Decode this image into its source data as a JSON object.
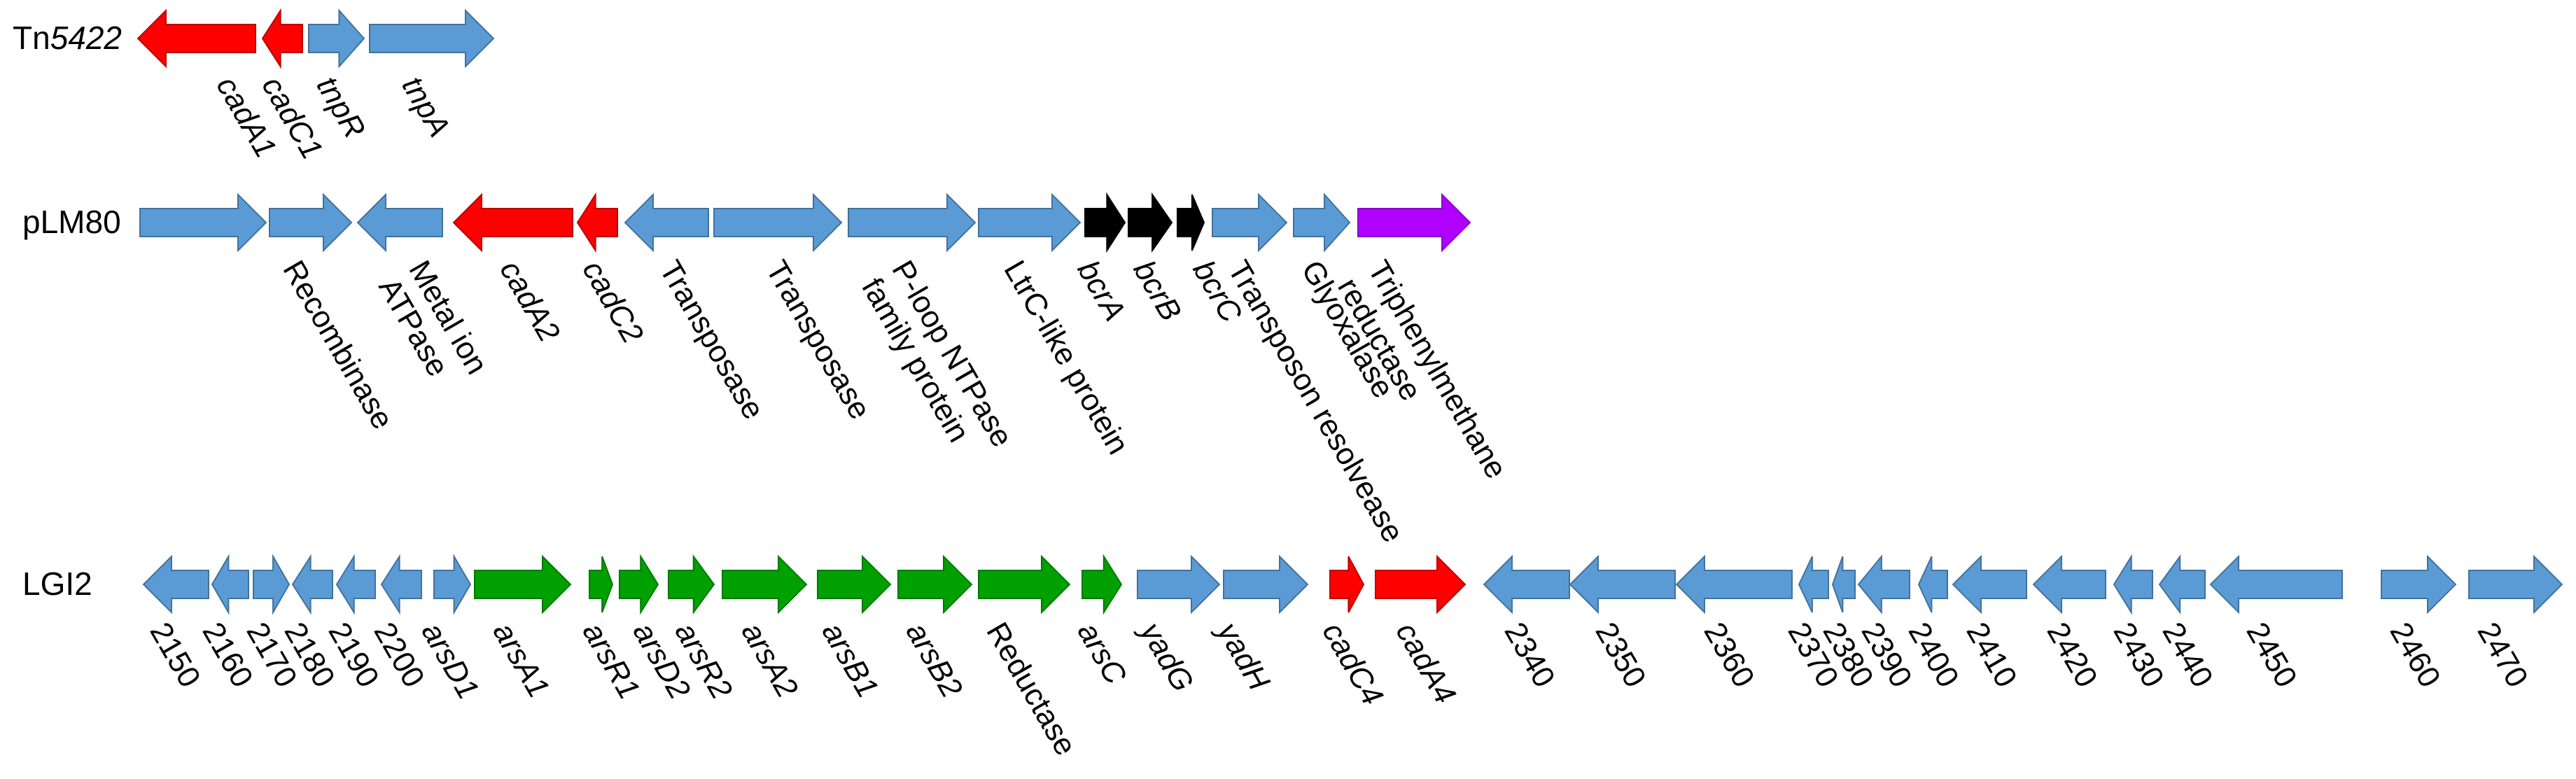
{
  "colors": {
    "blue": "#5b9bd5",
    "blue_stroke": "#41719c",
    "red": "#ff0000",
    "red_stroke": "#c00000",
    "green": "#00a000",
    "green_stroke": "#007a00",
    "black": "#000000",
    "purple": "#b000ff",
    "purple_stroke": "#8a00c8"
  },
  "rows": [
    {
      "id": "tn5422",
      "label_prefix": "Tn",
      "label_italic": "5422",
      "genes": [
        {
          "label": "cadA1",
          "italic": true,
          "color": "red",
          "direction": "left"
        },
        {
          "label": "cadC1",
          "italic": true,
          "color": "red",
          "direction": "left"
        },
        {
          "label": "tnpR",
          "italic": true,
          "color": "blue",
          "direction": "right"
        },
        {
          "label": "tnpA",
          "italic": true,
          "color": "blue",
          "direction": "right"
        }
      ]
    },
    {
      "id": "plm80",
      "label_prefix": "pLM80",
      "label_italic": "",
      "genes": [
        {
          "label": "",
          "italic": false,
          "color": "blue",
          "direction": "right"
        },
        {
          "label": "Recombinase",
          "italic": false,
          "color": "blue",
          "direction": "right"
        },
        {
          "label": "Metal ion\nATPase",
          "italic": false,
          "color": "blue",
          "direction": "left"
        },
        {
          "label": "cadA2",
          "italic": true,
          "color": "red",
          "direction": "left"
        },
        {
          "label": "cadC2",
          "italic": true,
          "color": "red",
          "direction": "left"
        },
        {
          "label": "Transposase",
          "italic": false,
          "color": "blue",
          "direction": "left"
        },
        {
          "label": "Transposase",
          "italic": false,
          "color": "blue",
          "direction": "right"
        },
        {
          "label": "P-loop NTPase\nfamily protein",
          "italic": false,
          "color": "blue",
          "direction": "right"
        },
        {
          "label": "LtrC-like protein",
          "italic": false,
          "color": "blue",
          "direction": "right"
        },
        {
          "label": "bcrA",
          "italic": true,
          "color": "black",
          "direction": "right"
        },
        {
          "label": "bcrB",
          "italic": true,
          "color": "black",
          "direction": "right"
        },
        {
          "label": "bcrC",
          "italic": true,
          "color": "black",
          "direction": "right"
        },
        {
          "label": "Transposon resolvease",
          "italic": false,
          "color": "blue",
          "direction": "right"
        },
        {
          "label": "Glyoxalase",
          "italic": false,
          "color": "blue",
          "direction": "right"
        },
        {
          "label": "Triphenylmethane\nreductase",
          "italic": false,
          "color": "purple",
          "direction": "right"
        }
      ]
    },
    {
      "id": "lgi2",
      "label_prefix": "LGI2",
      "label_italic": "",
      "genes": [
        {
          "label": "2150",
          "italic": false,
          "color": "blue",
          "direction": "left"
        },
        {
          "label": "2160",
          "italic": false,
          "color": "blue",
          "direction": "left"
        },
        {
          "label": "2170",
          "italic": false,
          "color": "blue",
          "direction": "right"
        },
        {
          "label": "2180",
          "italic": false,
          "color": "blue",
          "direction": "left"
        },
        {
          "label": "2190",
          "italic": false,
          "color": "blue",
          "direction": "left"
        },
        {
          "label": "2200",
          "italic": false,
          "color": "blue",
          "direction": "left"
        },
        {
          "label": "arsD1",
          "italic": true,
          "color": "blue",
          "direction": "right"
        },
        {
          "label": "arsA1",
          "italic": true,
          "color": "green",
          "direction": "right"
        },
        {
          "label": "arsR1",
          "italic": true,
          "color": "green",
          "direction": "right"
        },
        {
          "label": "arsD2",
          "italic": true,
          "color": "green",
          "direction": "right"
        },
        {
          "label": "arsR2",
          "italic": true,
          "color": "green",
          "direction": "right"
        },
        {
          "label": "arsA2",
          "italic": true,
          "color": "green",
          "direction": "right"
        },
        {
          "label": "arsB1",
          "italic": true,
          "color": "green",
          "direction": "right"
        },
        {
          "label": "arsB2",
          "italic": true,
          "color": "green",
          "direction": "right"
        },
        {
          "label": "Reductase",
          "italic": false,
          "color": "green",
          "direction": "right"
        },
        {
          "label": "arsC",
          "italic": true,
          "color": "green",
          "direction": "right"
        },
        {
          "label": "yadG",
          "italic": true,
          "color": "blue",
          "direction": "right"
        },
        {
          "label": "yadH",
          "italic": true,
          "color": "blue",
          "direction": "right"
        },
        {
          "label": "cadC4",
          "italic": true,
          "color": "red",
          "direction": "right"
        },
        {
          "label": "cadA4",
          "italic": true,
          "color": "red",
          "direction": "right"
        },
        {
          "label": "2340",
          "italic": false,
          "color": "blue",
          "direction": "left"
        },
        {
          "label": "2350",
          "italic": false,
          "color": "blue",
          "direction": "left"
        },
        {
          "label": "2360",
          "italic": false,
          "color": "blue",
          "direction": "left"
        },
        {
          "label": "2370",
          "italic": false,
          "color": "blue",
          "direction": "left"
        },
        {
          "label": "2380",
          "italic": false,
          "color": "blue",
          "direction": "left"
        },
        {
          "label": "2390",
          "italic": false,
          "color": "blue",
          "direction": "left"
        },
        {
          "label": "2400",
          "italic": false,
          "color": "blue",
          "direction": "left"
        },
        {
          "label": "2410",
          "italic": false,
          "color": "blue",
          "direction": "left"
        },
        {
          "label": "2420",
          "italic": false,
          "color": "blue",
          "direction": "left"
        },
        {
          "label": "2430",
          "italic": false,
          "color": "blue",
          "direction": "left"
        },
        {
          "label": "2440",
          "italic": false,
          "color": "blue",
          "direction": "left"
        },
        {
          "label": "2450",
          "italic": false,
          "color": "blue",
          "direction": "left"
        },
        {
          "label": "2460",
          "italic": false,
          "color": "blue",
          "direction": "right"
        },
        {
          "label": "2470",
          "italic": false,
          "color": "blue",
          "direction": "right"
        }
      ]
    }
  ]
}
